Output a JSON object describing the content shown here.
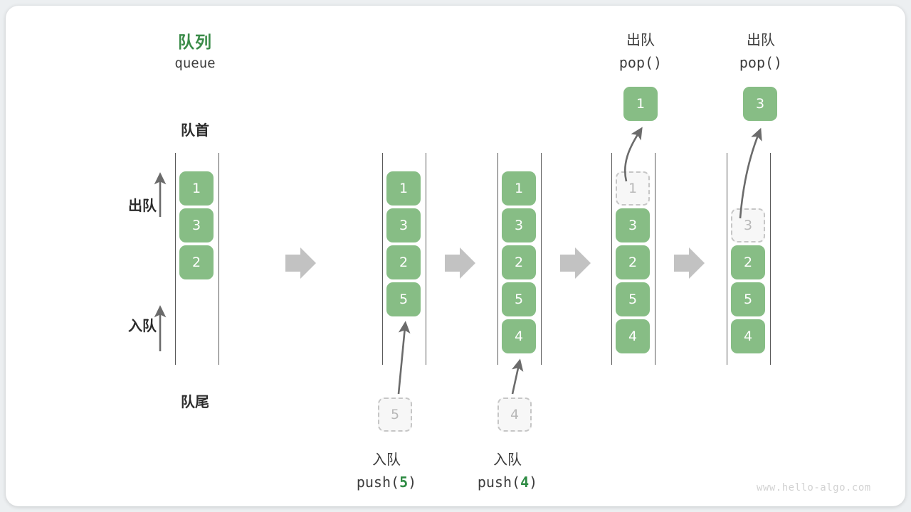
{
  "diagram": {
    "title_cn": "队列",
    "title_en": "queue",
    "head_label": "队首",
    "tail_label": "队尾",
    "dequeue_label": "出队",
    "enqueue_label": "入队",
    "watermark": "www.hello-algo.com",
    "accent_green": "#87bd85",
    "title_green": "#3a8b48",
    "ghost_grey": "#b8b8b8",
    "arrow_grey": "#c2c2c2"
  },
  "stages": [
    {
      "name": "initial-queue",
      "header_cn": "",
      "header_code": "",
      "items": [
        "1",
        "3",
        "2"
      ],
      "ghost_index": -1,
      "caption_cn": "",
      "caption_code": "",
      "popped_value": "",
      "incoming_value": ""
    },
    {
      "name": "push-5",
      "header_cn": "",
      "header_code": "",
      "items": [
        "1",
        "3",
        "2",
        "5"
      ],
      "ghost_index": -1,
      "caption_cn": "入队",
      "caption_code_prefix": "push(",
      "caption_code_value": "5",
      "caption_code_suffix": ")",
      "popped_value": "",
      "incoming_value": "5"
    },
    {
      "name": "push-4",
      "header_cn": "",
      "header_code": "",
      "items": [
        "1",
        "3",
        "2",
        "5",
        "4"
      ],
      "ghost_index": -1,
      "caption_cn": "入队",
      "caption_code_prefix": "push(",
      "caption_code_value": "4",
      "caption_code_suffix": ")",
      "popped_value": "",
      "incoming_value": "4"
    },
    {
      "name": "pop-1",
      "header_cn": "出队",
      "header_code": "pop()",
      "items": [
        "1",
        "3",
        "2",
        "5",
        "4"
      ],
      "ghost_index": 0,
      "caption_cn": "",
      "caption_code": "",
      "popped_value": "1",
      "incoming_value": ""
    },
    {
      "name": "pop-3",
      "header_cn": "出队",
      "header_code": "pop()",
      "items": [
        "3",
        "2",
        "5",
        "4"
      ],
      "ghost_index": 0,
      "caption_cn": "",
      "caption_code": "",
      "popped_value": "3",
      "incoming_value": ""
    }
  ]
}
